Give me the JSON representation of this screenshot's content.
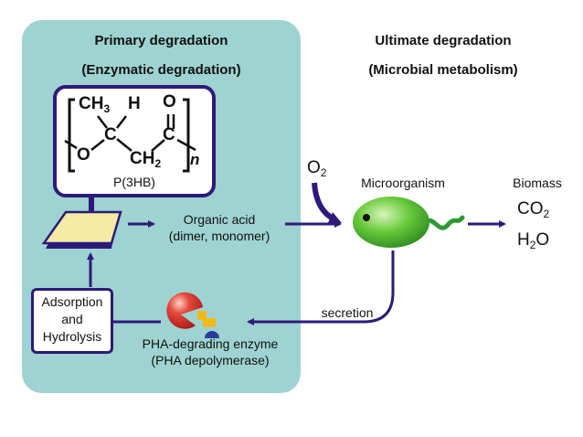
{
  "primary": {
    "title": "Primary degradation",
    "subtitle": "(Enzymatic degradation)"
  },
  "ultimate": {
    "title": "Ultimate degradation",
    "subtitle": "(Microbial metabolism)"
  },
  "structure": {
    "atoms": {
      "ch3_c": "CH",
      "ch3_sub": "3",
      "h": "H",
      "c1": "C",
      "o_carbonyl": "O",
      "o_chain": "O",
      "ch2_c": "CH",
      "ch2_sub": "2",
      "c2": "C",
      "n": "n"
    },
    "name": "P(3HB)"
  },
  "organic_acid": {
    "line1": "Organic acid",
    "line2": "(dimer, monomer)"
  },
  "oxygen": {
    "symbol": "O",
    "sub": "2"
  },
  "microorganism_label": "Microorganism",
  "products": {
    "biomass": "Biomass",
    "co2_main": "CO",
    "co2_sub": "2",
    "h2o_h": "H",
    "h2o_sub": "2",
    "h2o_o": "O"
  },
  "secretion_label": "secretion",
  "adsorption": {
    "line1": "Adsorption",
    "line2": "and",
    "line3": "Hydrolysis"
  },
  "enzyme": {
    "line1": "PHA-degrading enzyme",
    "line2": "(PHA depolymerase)"
  },
  "colors": {
    "panel": "#9ed3d1",
    "arrow": "#2e1a7a",
    "microbe": "#66c83a",
    "flagellum": "#2f9a35",
    "film": "#f5eba4",
    "enzyme_red": "#d9262a",
    "enzyme_yellow": "#f2b91d",
    "enzyme_blue": "#2a3b9c"
  }
}
